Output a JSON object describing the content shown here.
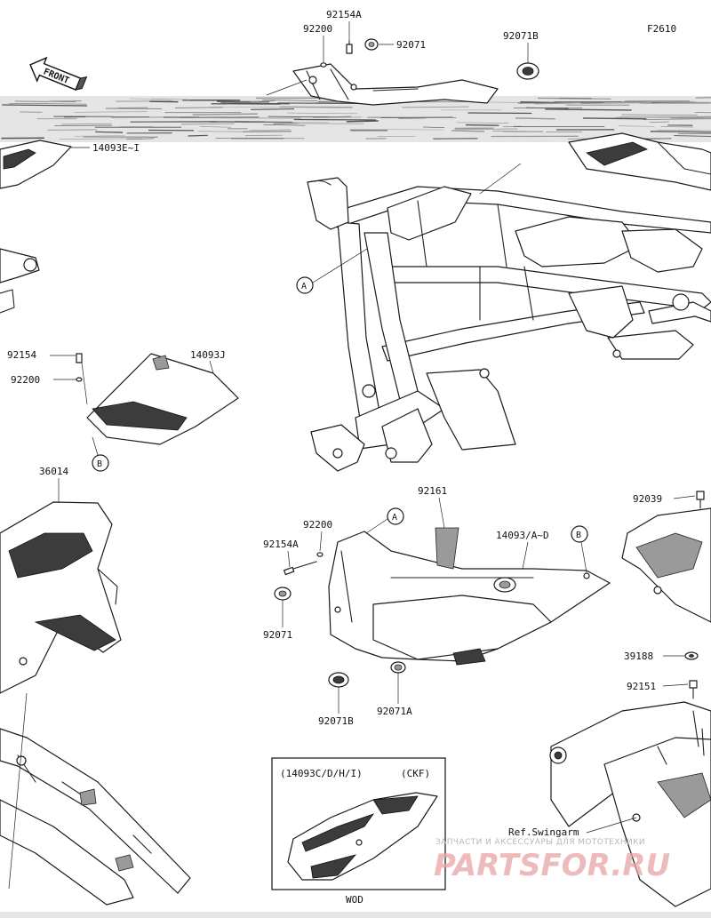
{
  "figure_code": "F2610",
  "front_label": "FRONT",
  "callouts": {
    "c_92154A_top": "92154A",
    "c_92200_top": "92200",
    "c_92071_top": "92071",
    "c_92071B_top": "92071B",
    "c_14093E_I": "14093E~I",
    "c_92154_left": "92154",
    "c_92200_left": "92200",
    "c_14093J": "14093J",
    "c_36014": "36014",
    "c_92161": "92161",
    "c_92200_mid": "92200",
    "c_92154A_mid": "92154A",
    "c_92071_mid": "92071",
    "c_14093A_D": "14093/A~D",
    "c_92071B_mid": "92071B",
    "c_92071A_mid": "92071A",
    "c_92039": "92039",
    "c_39188": "39188",
    "c_92151": "92151",
    "c_ref_swingarm": "Ref.Swingarm"
  },
  "markers": {
    "a1": "A",
    "a2": "A",
    "b1": "B",
    "b2": "B"
  },
  "inset": {
    "title": "(14093C/D/H/I)",
    "market": "(CKF)",
    "footer": "WOD"
  },
  "watermark": {
    "subtitle": "ЗАПЧАСТИ И АКСЕССУАРЫ ДЛЯ МОТОТЕХНИКИ",
    "brand": "PARTSFOR.RU"
  }
}
